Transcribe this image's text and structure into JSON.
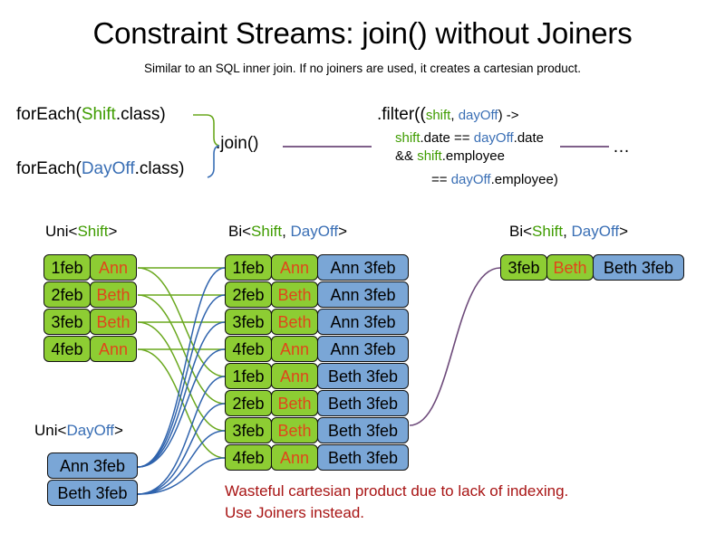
{
  "title": "Constraint Streams: join() without Joiners",
  "subtitle": "Similar to an SQL inner join. If no joiners are used, it creates a cartesian product.",
  "colors": {
    "shift": "#3f9c00",
    "dayoff": "#3a6fb5",
    "tile_green": "#8dcd33",
    "tile_blue": "#7aa6d6",
    "name_text": "#e0461a",
    "warning": "#a81414",
    "wire_purple": "#6d4a7a"
  },
  "code": {
    "foreach_shift": {
      "prefix": "forEach(",
      "type": "Shift",
      "suffix": ".class)"
    },
    "foreach_dayoff": {
      "prefix": "forEach(",
      "type": "DayOff",
      "suffix": ".class)"
    },
    "join": ".join()",
    "filter": {
      "line1_a": ".filter((",
      "line1_shift": "shift",
      "line1_comma": ", ",
      "line1_dayoff": "dayOff",
      "line1_b": ") ->",
      "line2_shift": "shift",
      "line2_mid": ".date == ",
      "line2_dayoff": "dayOff",
      "line2_end": ".date",
      "line3_amp": "&& ",
      "line3_shift": "shift",
      "line3_end": ".employee",
      "line4_eq": "== ",
      "line4_dayoff": "dayOff",
      "line4_end": ".employee)"
    },
    "ellipsis": "…"
  },
  "headers": {
    "uni_shift": {
      "prefix": "Uni<",
      "type": "Shift",
      "suffix": ">"
    },
    "bi_middle": {
      "prefix": "Bi<",
      "type1": "Shift",
      "comma": ", ",
      "type2": "DayOff",
      "suffix": ">"
    },
    "uni_dayoff": {
      "prefix": "Uni<",
      "type": "DayOff",
      "suffix": ">"
    },
    "bi_right": {
      "prefix": "Bi<",
      "type1": "Shift",
      "comma": ", ",
      "type2": "DayOff",
      "suffix": ">"
    }
  },
  "shifts": [
    {
      "date": "1feb",
      "employee": "Ann"
    },
    {
      "date": "2feb",
      "employee": "Beth"
    },
    {
      "date": "3feb",
      "employee": "Beth"
    },
    {
      "date": "4feb",
      "employee": "Ann"
    }
  ],
  "dayoffs": [
    {
      "label": "Ann 3feb"
    },
    {
      "label": "Beth 3feb"
    }
  ],
  "cartesian": [
    {
      "date": "1feb",
      "employee": "Ann",
      "dayoff": "Ann 3feb"
    },
    {
      "date": "2feb",
      "employee": "Beth",
      "dayoff": "Ann 3feb"
    },
    {
      "date": "3feb",
      "employee": "Beth",
      "dayoff": "Ann 3feb"
    },
    {
      "date": "4feb",
      "employee": "Ann",
      "dayoff": "Ann 3feb"
    },
    {
      "date": "1feb",
      "employee": "Ann",
      "dayoff": "Beth 3feb"
    },
    {
      "date": "2feb",
      "employee": "Beth",
      "dayoff": "Beth 3feb"
    },
    {
      "date": "3feb",
      "employee": "Beth",
      "dayoff": "Beth 3feb"
    },
    {
      "date": "4feb",
      "employee": "Ann",
      "dayoff": "Beth 3feb"
    }
  ],
  "result": [
    {
      "date": "3feb",
      "employee": "Beth",
      "dayoff": "Beth 3feb"
    }
  ],
  "warning": {
    "line1": "Wasteful cartesian product due to lack of indexing.",
    "line2": "Use Joiners instead."
  }
}
